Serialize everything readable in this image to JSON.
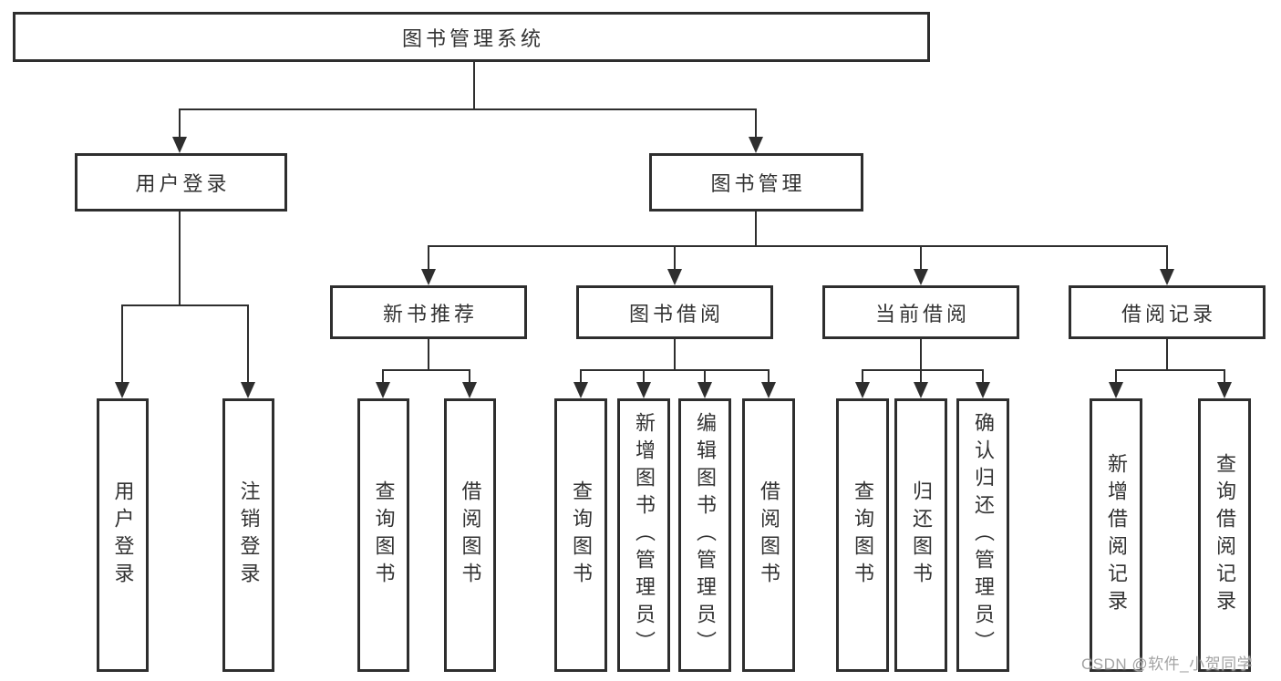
{
  "diagram": {
    "root": "图书管理系统",
    "user_branch": {
      "label": "用户登录",
      "children": [
        "用户登录",
        "注销登录"
      ]
    },
    "book_branch": {
      "label": "图书管理",
      "sections": [
        {
          "label": "新书推荐",
          "children": [
            "查询图书",
            "借阅图书"
          ]
        },
        {
          "label": "图书借阅",
          "children": [
            "查询图书",
            "新增图书（管理员）",
            "编辑图书（管理员）",
            "借阅图书"
          ]
        },
        {
          "label": "当前借阅",
          "children": [
            "查询图书",
            "归还图书",
            "确认归还（管理员）"
          ]
        },
        {
          "label": "借阅记录",
          "children": [
            "新增借阅记录",
            "查询借阅记录"
          ]
        }
      ]
    }
  },
  "watermark": "CSDN @软件_小贺同学",
  "colors": {
    "line": "#2e2e2e",
    "text": "#333333",
    "watermark": "#a3a3a3",
    "background": "#ffffff"
  }
}
